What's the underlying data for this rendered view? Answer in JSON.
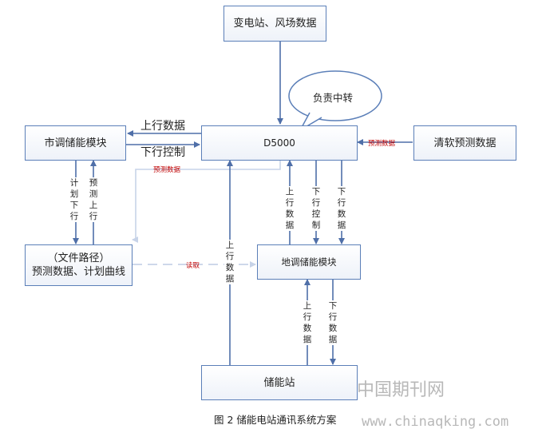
{
  "boxes": {
    "substation": "变电站、风场数据",
    "city": "市调储能模块",
    "d5000": "D5000",
    "qingruan": "清软预测数据",
    "file_line1": "（文件路径）",
    "file_line2": "预测数据、计划曲线",
    "district": "地调储能模块",
    "station": "储能站"
  },
  "callout": "负责中转",
  "labels": {
    "up_data": "上行数据",
    "down_control": "下行控制",
    "forecast_data": "预测数据",
    "city_plan_down": "计划下行",
    "city_forecast_up": "预测上行",
    "read": "读取",
    "mid_up_data": "上行数据",
    "d_up_data": "上行数据",
    "d_down_control": "下行控制",
    "d_down_data": "下行数据",
    "s_up_data": "上行数据",
    "s_down_data": "下行数据"
  },
  "caption": "图 2 储能电站通讯系统方案",
  "watermark": {
    "cn": "中国期刊网",
    "url": "www.chinaqking.com"
  },
  "colors": {
    "box_border": "#5b7fb8",
    "arrow": "#4f6fa8",
    "light_arrow": "#c7d3e8",
    "red_label": "#c00000"
  }
}
